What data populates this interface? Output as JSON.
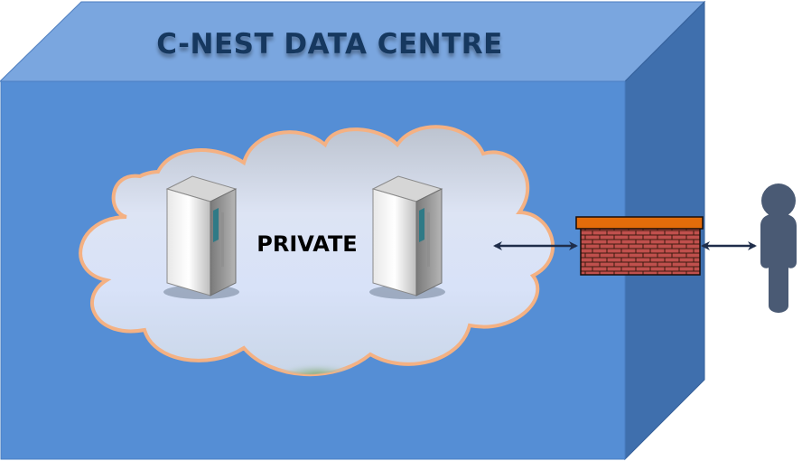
{
  "diagram": {
    "title": "C-NEST DATA CENTRE",
    "cloud_label": "PRIVATE"
  },
  "icons": {
    "box": "datacenter-box",
    "cloud": "private-cloud",
    "server_left": "server-icon",
    "server_right": "server-icon",
    "firewall": "brick-firewall-icon",
    "user": "user-person-icon",
    "arrow": "bidirectional-arrow"
  },
  "colors": {
    "box_front": "#558ed5",
    "box_top": "#7aa6df",
    "box_side": "#3f6fad",
    "title": "#17375e",
    "cloud_stroke": "#f4b183",
    "firewall_bricks": "#c0504d",
    "firewall_cap": "#e46c0a",
    "user": "#4a5a74",
    "arrow": "#1f2d4a"
  }
}
